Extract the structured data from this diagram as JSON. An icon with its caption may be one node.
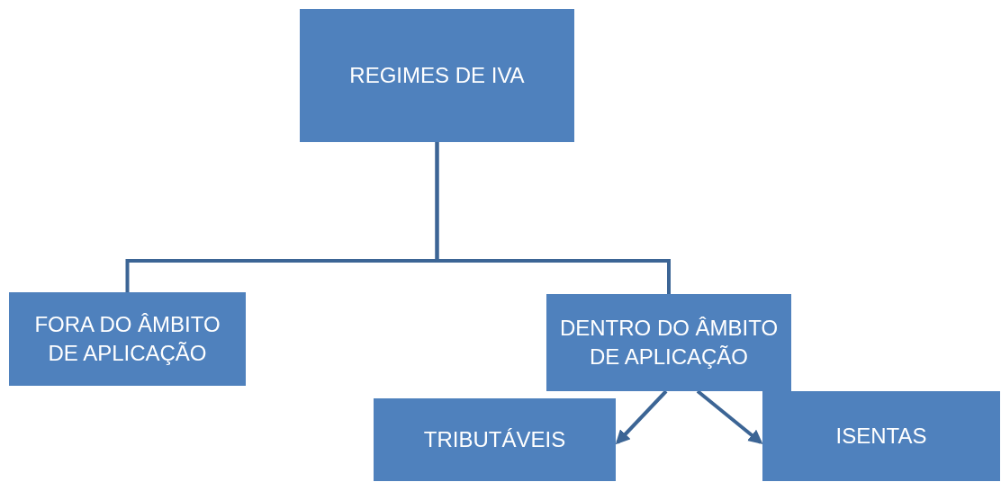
{
  "diagram": {
    "nodes": [
      {
        "text": [
          "REGIMES DE IVA"
        ]
      },
      {
        "text": [
          "FORA DO ÂMBITO DE APLICAÇÃO"
        ]
      },
      {
        "text": [
          "DENTRO DO ÂMBITO DE APLICAÇÃO"
        ]
      },
      {
        "text": [
          "TRIBUTÁVEIS"
        ]
      },
      {
        "text": [
          "ISENTAS"
        ]
      }
    ],
    "edges": [
      {
        "from": 0,
        "to": 1,
        "arrow": "none"
      },
      {
        "from": 0,
        "to": 2,
        "arrow": "none"
      },
      {
        "from": 2,
        "to": 3,
        "arrow": "to"
      },
      {
        "from": 2,
        "to": 4,
        "arrow": "to"
      }
    ]
  }
}
